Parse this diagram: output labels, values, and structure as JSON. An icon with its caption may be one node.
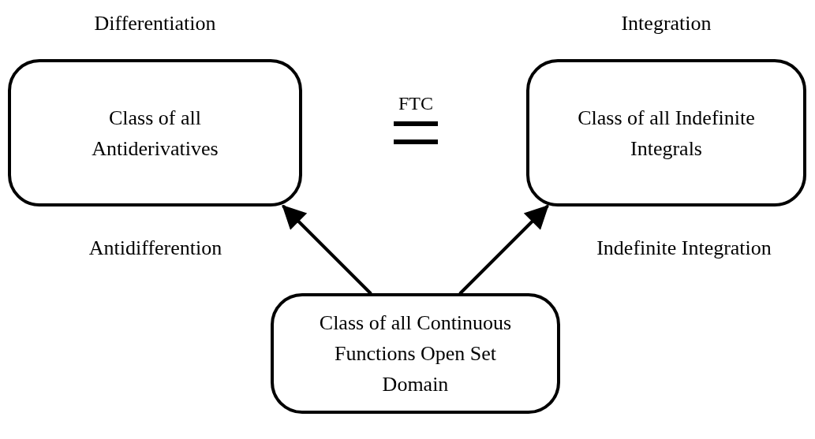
{
  "diagram": {
    "nodes": [
      {
        "text": [
          "Differentiation",
          "Class of all Antiderivatives"
        ]
      },
      {
        "text": [
          "Integration",
          "Class of all Indefinite Integrals"
        ]
      },
      {
        "text": [
          "Class of all Continuous Functions Open Set Domain"
        ]
      }
    ],
    "edges": [
      {
        "from": 2,
        "to": 0,
        "arrow": "to",
        "label": "Antidifferention"
      },
      {
        "from": 2,
        "to": 1,
        "arrow": "to",
        "label": "Indefinite Integration"
      }
    ],
    "labels": [
      "FTC"
    ]
  }
}
